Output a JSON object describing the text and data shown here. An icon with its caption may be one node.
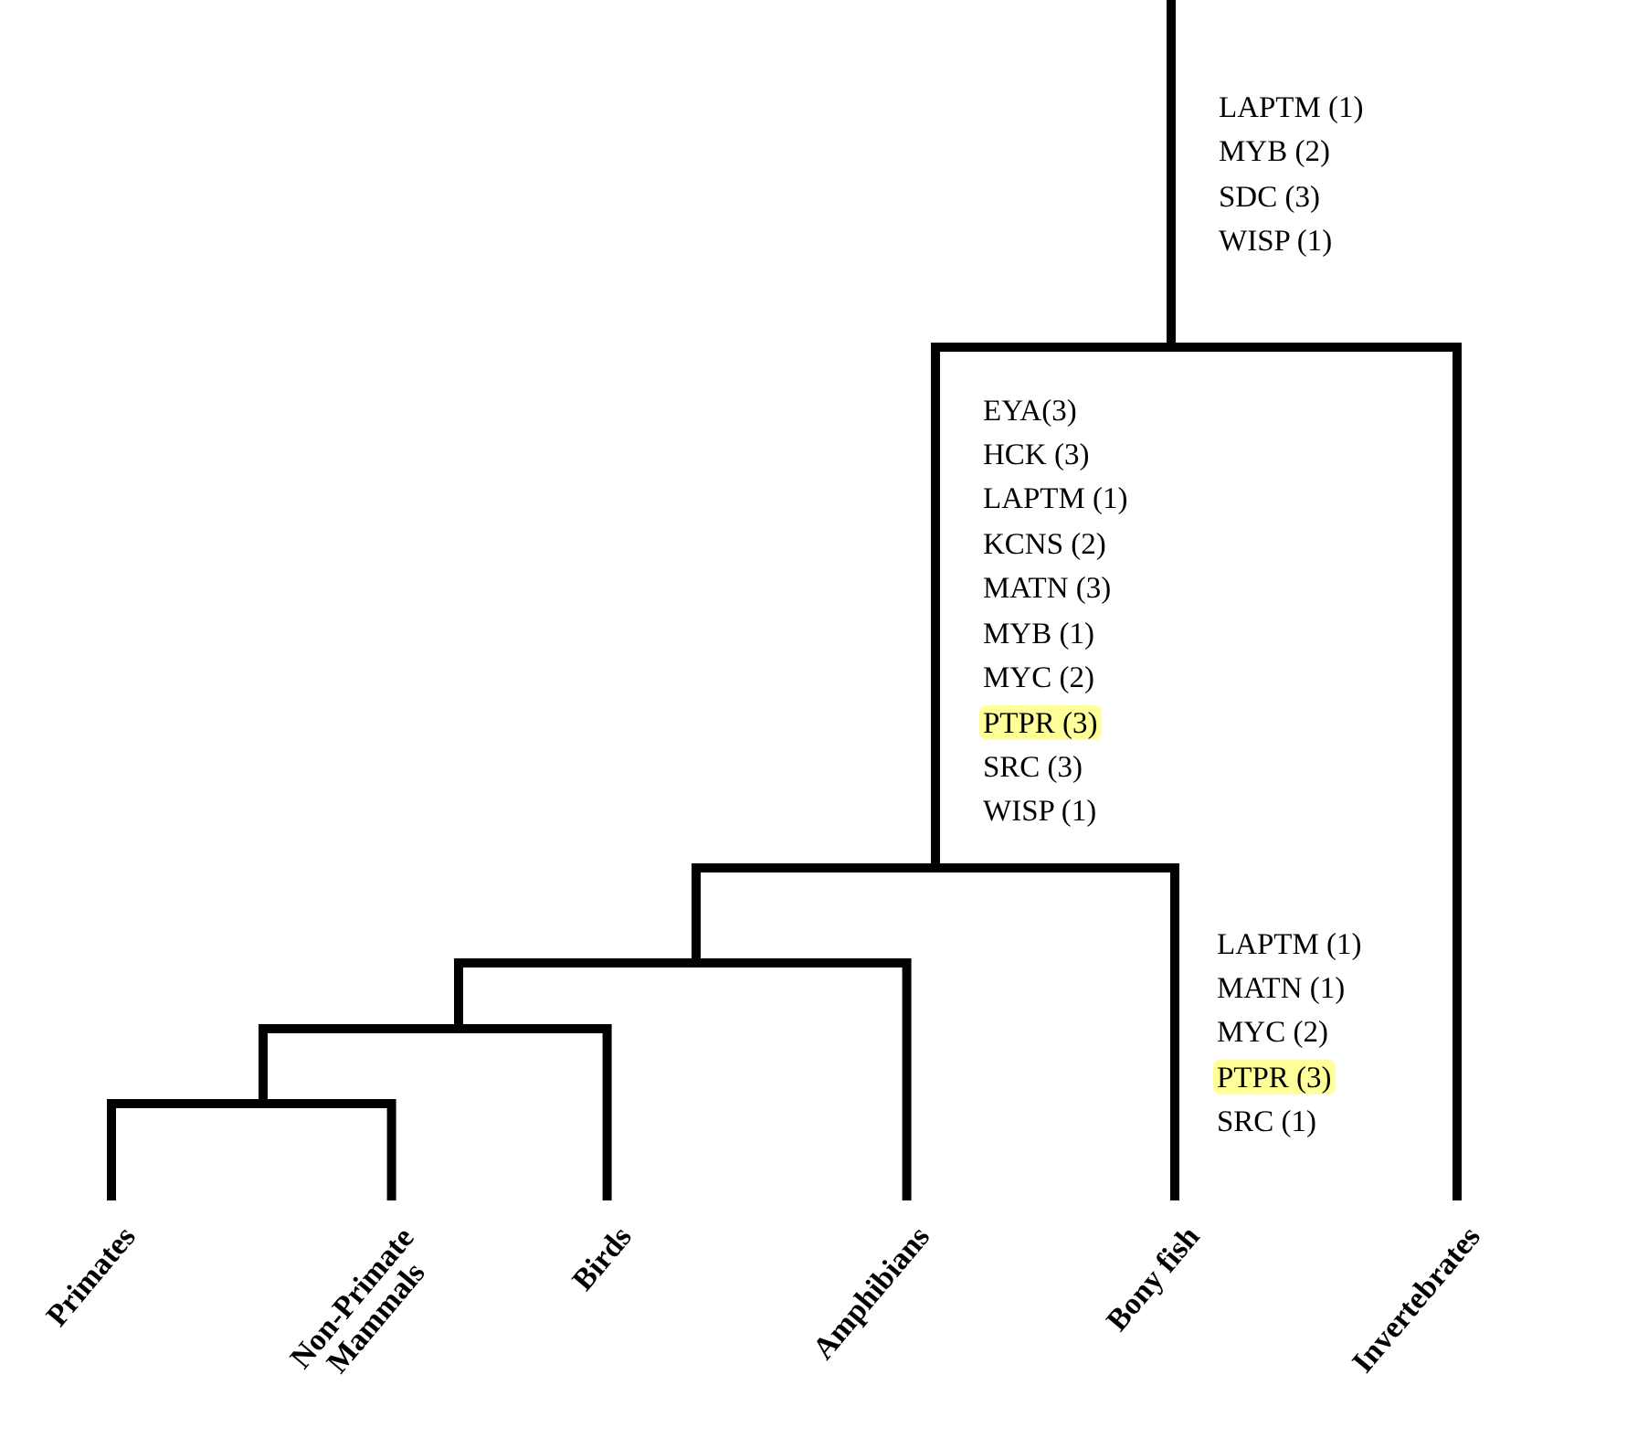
{
  "diagram": {
    "nodes": [
      {
        "text": [
          "Primates"
        ]
      },
      {
        "text": [
          "Non-Primate Mammals"
        ]
      },
      {
        "text": [
          "Birds"
        ]
      },
      {
        "text": [
          "Amphibians"
        ]
      },
      {
        "text": [
          "Bony fish"
        ]
      },
      {
        "text": [
          "Invertebrates"
        ]
      }
    ],
    "edges": [
      {
        "from": null,
        "to": 0,
        "arrow": "none"
      },
      {
        "from": null,
        "to": 1,
        "arrow": "none"
      },
      {
        "from": null,
        "to": 2,
        "arrow": "none"
      },
      {
        "from": null,
        "to": 3,
        "arrow": "none"
      },
      {
        "from": null,
        "to": 4,
        "arrow": "none"
      },
      {
        "from": null,
        "to": 5,
        "arrow": "none"
      }
    ],
    "labels": [
      "LAPTM (1)",
      "MYB (2)",
      "SDC (3)",
      "WISP (1)",
      "EYA(3)",
      "HCK (3)",
      "LAPTM (1)",
      "KCNS (2)",
      "MATN (3)",
      "MYB (1)",
      "MYC (2)",
      "PTPR (3)",
      "SRC (3)",
      "WISP (1)",
      "LAPTM (1)",
      "MATN (1)",
      "MYC (2)",
      "PTPR (3)",
      "SRC (1)"
    ]
  }
}
